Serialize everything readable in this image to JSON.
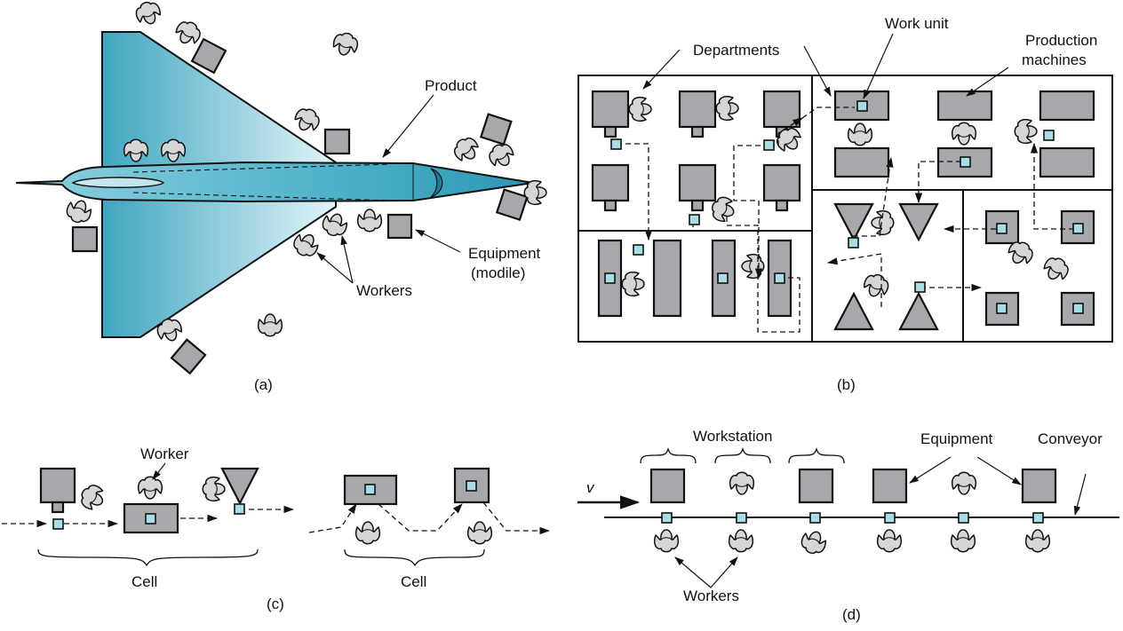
{
  "panels": {
    "a": {
      "caption": "(a)",
      "labels": {
        "product": "Product",
        "equipment_line1": "Equipment",
        "equipment_line2": "(modile)",
        "workers": "Workers"
      }
    },
    "b": {
      "caption": "(b)",
      "labels": {
        "departments": "Departments",
        "work_unit": "Work unit",
        "production_line1": "Production",
        "production_line2": "machines"
      }
    },
    "c": {
      "caption": "(c)",
      "labels": {
        "worker": "Worker",
        "cell_left": "Cell",
        "cell_right": "Cell"
      }
    },
    "d": {
      "caption": "(d)",
      "labels": {
        "v": "v",
        "workstation": "Workstation",
        "equipment": "Equipment",
        "conveyor": "Conveyor",
        "workers": "Workers"
      }
    }
  },
  "colors": {
    "machine": "#a7a8ab",
    "work_unit": "#a9dde6",
    "aircraft_dark": "#3ea7c0",
    "aircraft_light": "#dff3f8",
    "worker": "#d6d6d6"
  },
  "icons": [
    "worker-icon",
    "machine-icon",
    "work-unit-icon"
  ]
}
